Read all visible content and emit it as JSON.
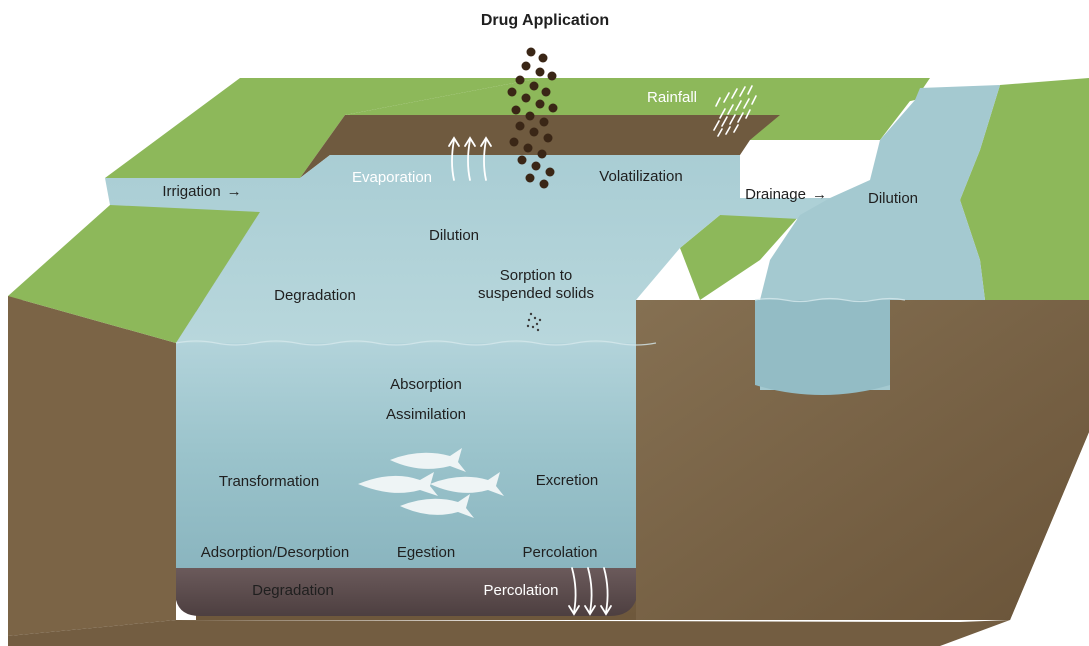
{
  "labels": {
    "drug_application": "Drug Application",
    "rainfall": "Rainfall",
    "irrigation": "Irrigation",
    "evaporation": "Evaporation",
    "volatilization": "Volatilization",
    "drainage": "Drainage",
    "dilution_channel": "Dilution",
    "dilution_pond": "Dilution",
    "sorption_line1": "Sorption to",
    "sorption_line2": "suspended solids",
    "degradation_upper": "Degradation",
    "absorption": "Absorption",
    "assimilation": "Assimilation",
    "transformation": "Transformation",
    "excretion": "Excretion",
    "adsorption_desorption": "Adsorption/Desorption",
    "egestion": "Egestion",
    "percolation_water": "Percolation",
    "degradation_sediment": "Degradation",
    "percolation_sediment": "Percolation",
    "arrow": "→"
  },
  "colors": {
    "soil": "#7a6346",
    "grass": "#8db85a",
    "water": "#9bc4cc",
    "sediment": "#5a4a4c",
    "drug_dot": "#3a2616",
    "text_dark": "#1f1f1f",
    "text_light": "#ffffff"
  }
}
